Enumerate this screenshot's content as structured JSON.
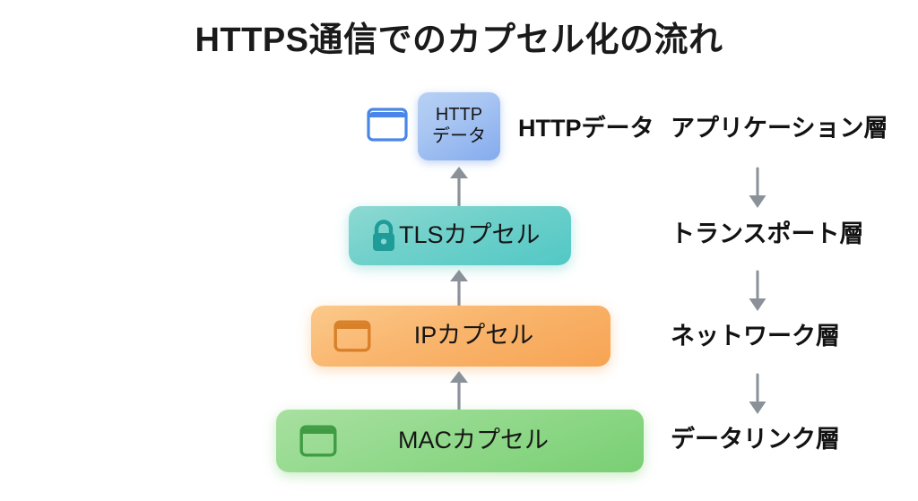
{
  "title": "HTTPS通信でのカプセル化の流れ",
  "colors": {
    "http_box": "#a9c6f2",
    "tls_box": "#6fd0ca",
    "ip_box": "#f9b56d",
    "mac_box": "#92d98c",
    "arrow": "#8a9199",
    "text": "#121212"
  },
  "stack": {
    "boxes": [
      {
        "id": "http",
        "label": "HTTPデータ",
        "label_line1": "HTTP",
        "label_line2": "データ",
        "icon": "browser-window-icon",
        "color": "#a9c6f2"
      },
      {
        "id": "tls",
        "label": "TLSカプセル",
        "icon": "lock-icon",
        "color": "#6fd0ca"
      },
      {
        "id": "ip",
        "label": "IPカプセル",
        "icon": "packet-window-icon",
        "color": "#f9b56d"
      },
      {
        "id": "mac",
        "label": "MACカプセル",
        "icon": "frame-window-icon",
        "color": "#92d98c"
      }
    ],
    "arrows": [
      {
        "id": "tls-to-http",
        "direction": "up",
        "glyph": "↑"
      },
      {
        "id": "ip-to-tls",
        "direction": "up",
        "glyph": "↑"
      },
      {
        "id": "mac-to-ip",
        "direction": "up",
        "glyph": "↑"
      }
    ]
  },
  "annotations": {
    "http_data_note": "HTTPデータ"
  },
  "layers": {
    "items": [
      {
        "label": "アプリケーション層"
      },
      {
        "label": "トランスポート層"
      },
      {
        "label": "ネットワーク層"
      },
      {
        "label": "データリンク層"
      }
    ],
    "arrows": [
      {
        "id": "app-to-transport",
        "direction": "down",
        "glyph": "↓"
      },
      {
        "id": "transport-to-network",
        "direction": "down",
        "glyph": "↓"
      },
      {
        "id": "network-to-datalink",
        "direction": "down",
        "glyph": "↓"
      }
    ]
  }
}
